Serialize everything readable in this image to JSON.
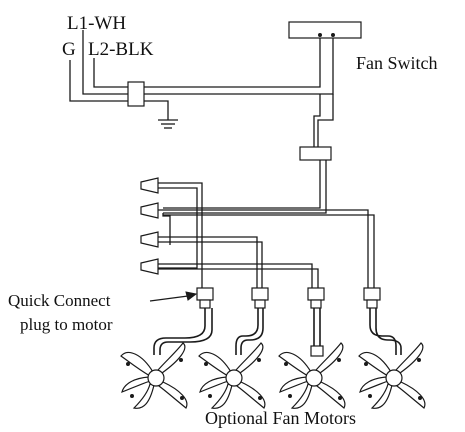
{
  "labels": {
    "line1": "L1-WH",
    "ground": "G",
    "line2": "L2-BLK",
    "fan_switch": "Fan Switch",
    "quick_connect_1": "Quick Connect",
    "quick_connect_2": "plug to motor",
    "motors_caption": "Optional Fan Motors"
  },
  "icons": [
    "ground-symbol-icon",
    "switch-box-icon",
    "junction-block-icon",
    "wire-nut-icon",
    "quick-connect-plug-icon",
    "fan-motor-icon"
  ],
  "colors": {
    "line": "#1a1a1a",
    "background": "#ffffff"
  }
}
